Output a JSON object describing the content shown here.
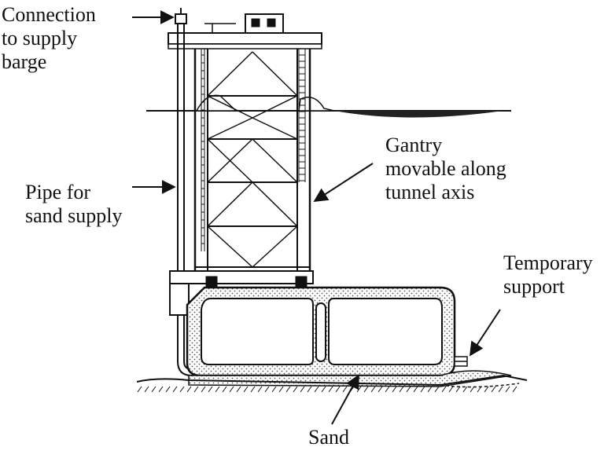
{
  "labels": {
    "connection": [
      "Connection",
      "to supply",
      "barge"
    ],
    "pipe": [
      "Pipe for",
      "sand supply"
    ],
    "gantry": [
      "Gantry",
      "movable along",
      "tunnel axis"
    ],
    "temporary": [
      "Temporary",
      "support"
    ],
    "sand": "Sand"
  },
  "colors": {
    "ink": "#111111",
    "water": "#222222",
    "concrete_fill": "#d9d9d9",
    "sand_fill": "#eeeeee"
  }
}
